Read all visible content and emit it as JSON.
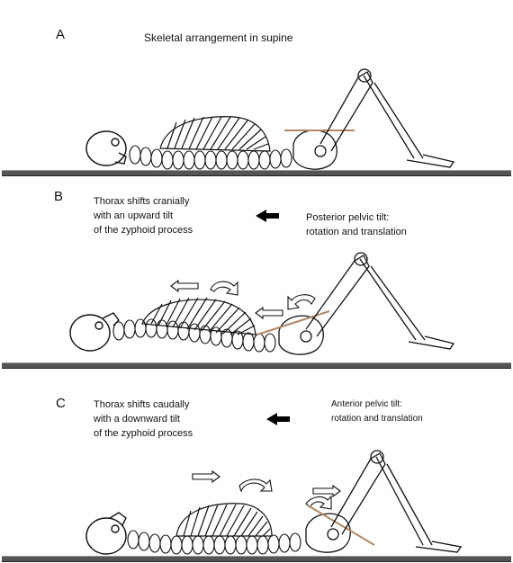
{
  "panels": [
    {
      "letter": "A",
      "title": "Skeletal arrangement in supine"
    },
    {
      "letter": "B",
      "thorax_lines": [
        "Thorax shifts cranially",
        "with an upward tilt",
        "of the zyphoid process"
      ],
      "pelvis_lines": [
        "Posterior pelvic tilt:",
        "rotation and translation"
      ]
    },
    {
      "letter": "C",
      "thorax_lines": [
        "Thorax shifts caudally",
        "with a downward tilt",
        "of the zyphoid process"
      ],
      "pelvis_lines": [
        "Anterior pelvic tilt:",
        "rotation and translation"
      ]
    }
  ],
  "colors": {
    "floor": "#555555",
    "tilt_line": "#b08868",
    "bone": "#111111",
    "arrow": "#000000"
  },
  "icons": [
    "skull-icon",
    "rib-cage-icon",
    "pelvis-icon",
    "leg-bones-icon",
    "arrow-left-icon",
    "arrow-right-icon",
    "curved-arrow-icon"
  ]
}
